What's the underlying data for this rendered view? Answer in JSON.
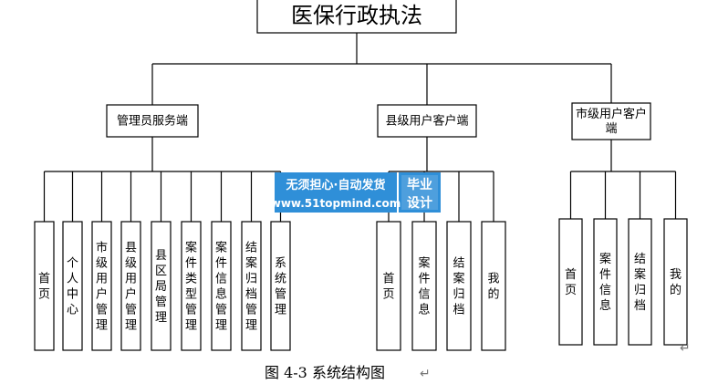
{
  "title": "医保行政执法",
  "branches": [
    {
      "label": "管理员服务端",
      "leaves": [
        "首页",
        "个人中心",
        "市级用户管理",
        "县级用户管理",
        "县区局管理",
        "案件类型管理",
        "案件信息管理",
        "结案归档管理",
        "系统管理"
      ]
    },
    {
      "label": "县级用户客户端",
      "leaves": [
        "首页",
        "案件信息",
        "结案归档",
        "我的"
      ]
    },
    {
      "label": "市级用户客户端",
      "leaves": [
        "首页",
        "案件信息",
        "结案归档",
        "我的"
      ]
    }
  ],
  "caption": "图 4-3  系统结构图",
  "paragraph_mark": "↵",
  "watermark": {
    "line1": "无须担心·自动发货",
    "line2": "www.51topmind.com",
    "badge1": "毕业",
    "badge2": "设计"
  }
}
